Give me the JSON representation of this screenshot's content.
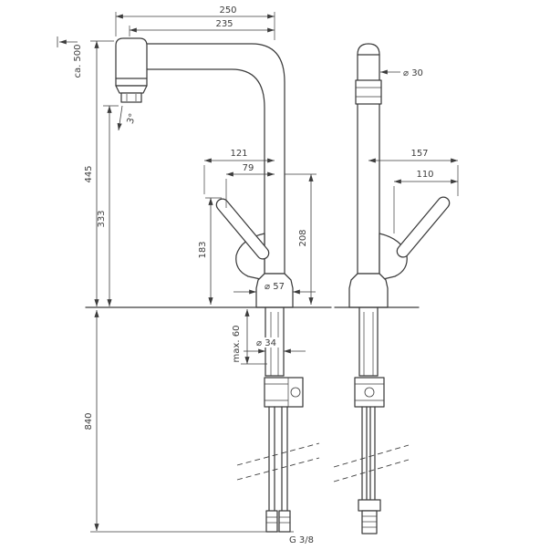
{
  "colors": {
    "line": "#3c3c3c",
    "background": "#ffffff"
  },
  "side": {
    "overall_width": "250",
    "spout_width": "235",
    "pullout_length": "ca. 500",
    "spray_angle": "3°",
    "total_height": "445",
    "spray_outlet_height": "333",
    "handle_reach": "121",
    "handle_reach_inner": "79",
    "handle_height": "183",
    "body_height": "208",
    "base_diameter": "⌀ 57",
    "shank_diameter": "⌀ 34",
    "max_counter_thickness": "max. 60",
    "hose_length_below": "840",
    "connection_thread": "G 3/8"
  },
  "front": {
    "column_diameter": "⌀ 30",
    "handle_reach": "157",
    "handle_reach_inner": "110"
  }
}
